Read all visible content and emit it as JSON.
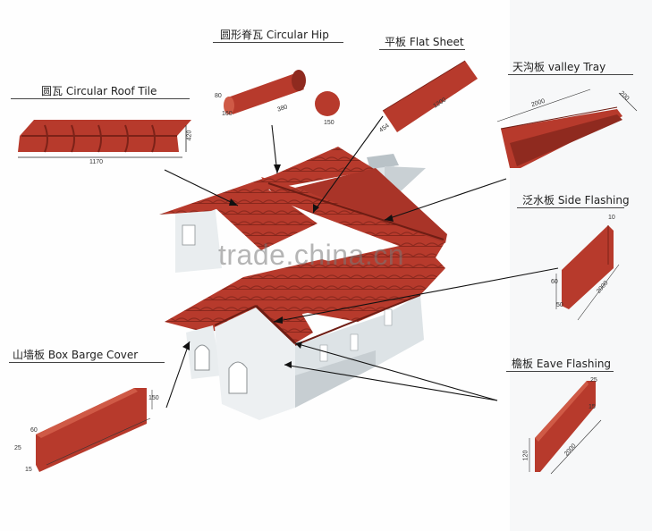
{
  "colors": {
    "tile": "#b73a2c",
    "tile_dark": "#8f2a1f",
    "tile_light": "#cf5a46",
    "wall": "#e9edef",
    "wall_shadow": "#c7ced2",
    "line": "#111111"
  },
  "watermark": "trade.china.cn",
  "labels": {
    "circular_roof_tile": "圆瓦  Circular Roof Tile",
    "circular_hip": "圆形脊瓦 Circular Hip",
    "flat_sheet": "平板  Flat Sheet",
    "valley_tray": "天沟板  valley Tray",
    "side_flashing": "泛水板 Side Flashing",
    "box_barge_cover": "山墙板  Box Barge Cover",
    "eave_flashing": "檐板 Eave Flashing"
  },
  "dims": {
    "roof_tile_width": "1170",
    "roof_tile_height": "420",
    "hip_a": "80",
    "hip_b": "160",
    "hip_length": "380",
    "hip_diameter": "150",
    "flat_width": "454",
    "flat_length": "1200",
    "valley_length": "2000",
    "valley_width": "200",
    "side_top": "10",
    "side_a": "60",
    "side_b": "50",
    "side_length": "2000",
    "barge_top": "60",
    "barge_left": "25",
    "barge_bottom": "15",
    "barge_height": "150",
    "eave_top": "25",
    "eave_a": "15",
    "eave_height": "120",
    "eave_length": "2000"
  }
}
